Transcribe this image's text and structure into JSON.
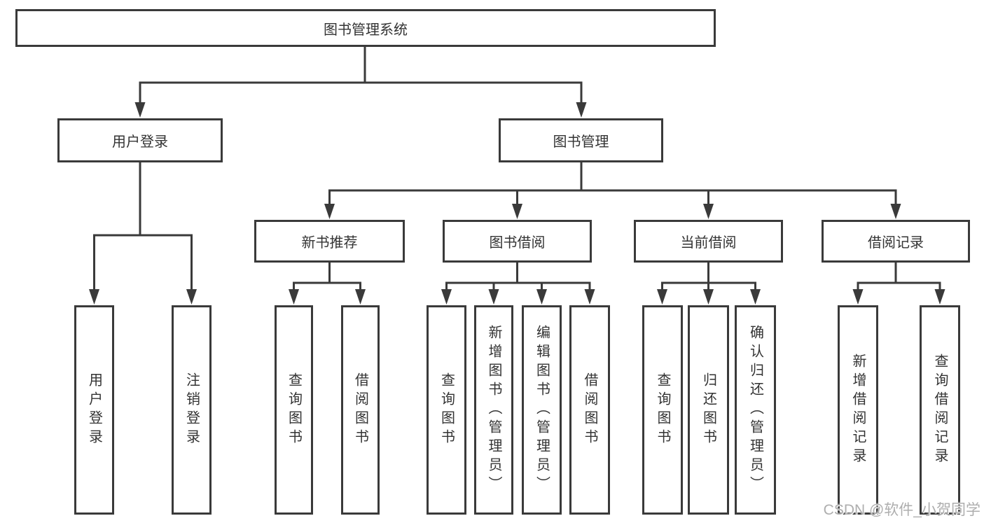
{
  "diagram": {
    "root": "图书管理系统",
    "user_login": {
      "label": "用户登录",
      "children": [
        "用户登录",
        "注销登录"
      ]
    },
    "book_management": {
      "label": "图书管理",
      "children": [
        {
          "label": "新书推荐",
          "children": [
            "查询图书",
            "借阅图书"
          ]
        },
        {
          "label": "图书借阅",
          "children": [
            "查询图书",
            "新增图书（管理员）",
            "编辑图书（管理员）",
            "借阅图书"
          ]
        },
        {
          "label": "当前借阅",
          "children": [
            "查询图书",
            "归还图书",
            "确认归还（管理员）"
          ]
        },
        {
          "label": "借阅记录",
          "children": [
            "新增借阅记录",
            "查询借阅记录"
          ]
        }
      ]
    },
    "colors": {
      "line": "#3a3a3a",
      "text": "#333333",
      "watermark": "#aeaeae"
    }
  },
  "watermark": "CSDN @软件_小贺同学"
}
